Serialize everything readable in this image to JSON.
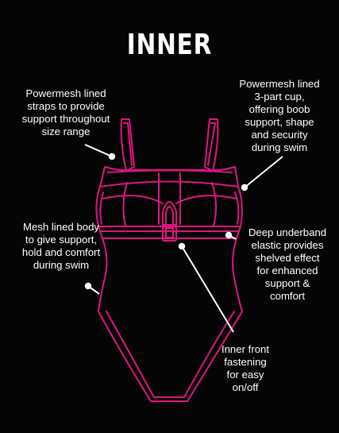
{
  "title": "INNER",
  "colors": {
    "background": "#050505",
    "outline": "#e0157f",
    "text": "#ffffff",
    "pointer": "#ffffff"
  },
  "callouts": [
    {
      "id": "straps",
      "text": "Powermesh lined\nstraps to provide\nsupport throughout\nsize range"
    },
    {
      "id": "cup",
      "text": "Powermesh lined\n3-part cup,\noffering boob\nsupport, shape\nand security\nduring swim"
    },
    {
      "id": "body",
      "text": "Mesh lined body\nto give support,\nhold and comfort\nduring swim"
    },
    {
      "id": "underband",
      "text": "Deep underband\nelastic provides\nshelved effect\nfor enhanced\nsupport &\ncomfort"
    },
    {
      "id": "fastening",
      "text": "Inner front\nfastening\nfor easy\non/off"
    }
  ]
}
